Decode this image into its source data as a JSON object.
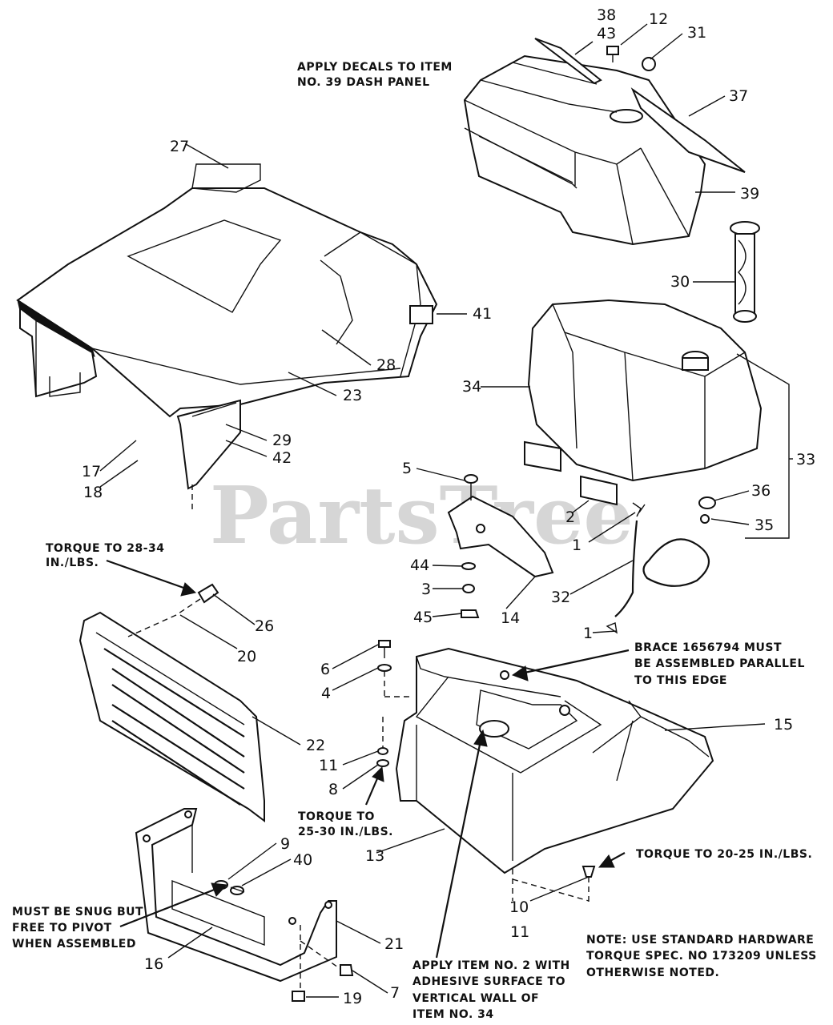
{
  "watermark": "PartsTree",
  "notes": {
    "decals": [
      "APPLY DECALS TO ITEM",
      "NO. 39 DASH PANEL"
    ],
    "torque_28_34": [
      "TORQUE TO 28-34",
      "IN./LBS."
    ],
    "brace": [
      "BRACE 1656794 MUST",
      "BE ASSEMBLED PARALLEL",
      "TO THIS EDGE"
    ],
    "torque_25_30": [
      "TORQUE TO",
      "25-30 IN./LBS."
    ],
    "torque_20_25": "TORQUE TO 20-25 IN./LBS.",
    "snug": [
      "MUST BE SNUG BUT",
      "FREE TO PIVOT",
      "WHEN ASSEMBLED"
    ],
    "apply_item2": [
      "APPLY ITEM NO. 2 WITH",
      "ADHESIVE SURFACE TO",
      "VERTICAL WALL OF",
      "ITEM NO. 34"
    ],
    "standard": [
      "NOTE:  USE STANDARD HARDWARE",
      "TORQUE SPEC. NO 173209 UNLESS",
      "OTHERWISE NOTED."
    ]
  },
  "callouts": {
    "c38": "38",
    "c43": "43",
    "c12": "12",
    "c31": "31",
    "c37": "37",
    "c39": "39",
    "c27": "27",
    "c30": "30",
    "c41": "41",
    "c28": "28",
    "c34": "34",
    "c23": "23",
    "c29": "29",
    "c42": "42",
    "c33": "33",
    "c17": "17",
    "c18": "18",
    "c5": "5",
    "c36": "36",
    "c2": "2",
    "c35": "35",
    "c1a": "1",
    "c44": "44",
    "c3": "3",
    "c45": "45",
    "c14": "14",
    "c32": "32",
    "c26": "26",
    "c1b": "1",
    "c20": "20",
    "c6": "6",
    "c4": "4",
    "c15": "15",
    "c22": "22",
    "c11a": "11",
    "c8": "8",
    "c9": "9",
    "c40": "40",
    "c13": "13",
    "c10": "10",
    "c11b": "11",
    "c21": "21",
    "c16": "16",
    "c19": "19",
    "c7": "7"
  }
}
